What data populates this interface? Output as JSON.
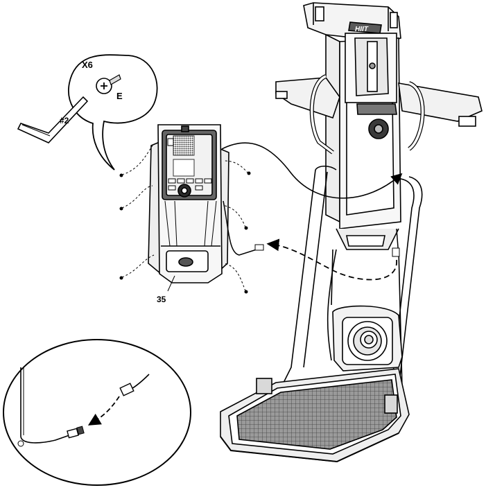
{
  "callout": {
    "quantity": "X6",
    "screw_letter": "E",
    "tool_size": "#2"
  },
  "part_label": "35",
  "logo_text": "HIIT",
  "colors": {
    "line": "#000000",
    "fill_light": "#f2f2f2",
    "fill_mid": "#d9d9d9",
    "fill_dark": "#5a5a5a",
    "mat": "#8c8c8c"
  }
}
